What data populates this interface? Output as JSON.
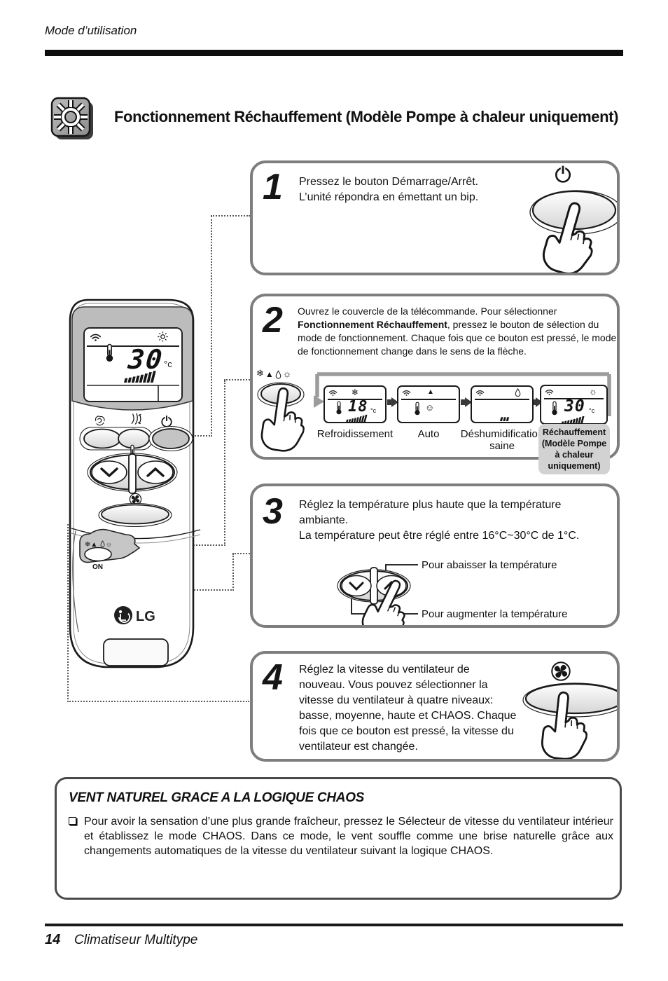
{
  "header": {
    "section": "Mode d’utilisation"
  },
  "title": {
    "text": "Fonctionnement Réchauffement (Modèle Pompe à chaleur uniquement)",
    "icon": "sun"
  },
  "steps": [
    {
      "number": "1",
      "lines": [
        "Pressez le bouton Démarrage/Arrêt.",
        "L’unité répondra en émettant un bip."
      ],
      "illustration_icon": "power"
    },
    {
      "number": "2",
      "text_before_bold": "Ouvrez le couvercle de la télécommande. Pour sélectionner ",
      "bold": "Fonctionnement Réchauffement",
      "text_after_bold": ", pressez le bouton de sélection du mode de fonctionnement. Chaque fois que ce bouton est pressé, le mode de fonctionnement change dans le sens de la flèche.",
      "selector_icons": [
        "snowflake",
        "auto-triangle",
        "waterdrop",
        "sun"
      ],
      "modes": [
        {
          "label": "Refroidissement",
          "mode_icon": "snowflake",
          "display_temp": "18",
          "temp_unit": "°c"
        },
        {
          "label": "Auto",
          "mode_icon": "auto-triangle",
          "smiley": "☺"
        },
        {
          "label": "Déshumidification saine",
          "mode_icon": "waterdrop"
        },
        {
          "label": "Réchauffement (Modèle Pompe à chaleur uniquement)",
          "mode_icon": "sun",
          "display_temp": "30",
          "temp_unit": "°c",
          "highlighted": true
        }
      ]
    },
    {
      "number": "3",
      "lines": [
        "Réglez la température plus haute que la température",
        "ambiante.",
        "La température peut être réglé entre 16°C~30°C de 1°C."
      ],
      "callout_top": "Pour abaisser la température",
      "callout_bottom": "Pour augmenter la température"
    },
    {
      "number": "4",
      "lines": [
        "Réglez la vitesse du ventilateur de",
        "nouveau. Vous pouvez sélectionner la",
        "vitesse du ventilateur à quatre niveaux:",
        "basse, moyenne, haute et CHAOS. Chaque",
        "fois que ce bouton est pressé, la vitesse du",
        "ventilateur est changée."
      ],
      "illustration_icon": "fan"
    }
  ],
  "remote": {
    "display_temp": "30",
    "temp_unit": "°c",
    "open_flap_label": "ON",
    "brand": "LG"
  },
  "icons_row_glyphs": {
    "snowflake": "❄",
    "auto_triangle": "▲",
    "sun": "☼",
    "smiley": "☺"
  },
  "chaos_note": {
    "title": "VENT NATUREL GRACE A LA LOGIQUE CHAOS",
    "text": "Pour avoir la sensation d’une plus grande fraîcheur, pressez le Sélecteur de vitesse du ventilateur intérieur et établissez le mode CHAOS. Dans ce mode, le vent souffle comme une brise naturelle grâce aux changements automatiques de la vitesse du ventilateur suivant la logique CHAOS."
  },
  "footer": {
    "page_number": "14",
    "doc_title": "Climatiseur Multitype"
  }
}
